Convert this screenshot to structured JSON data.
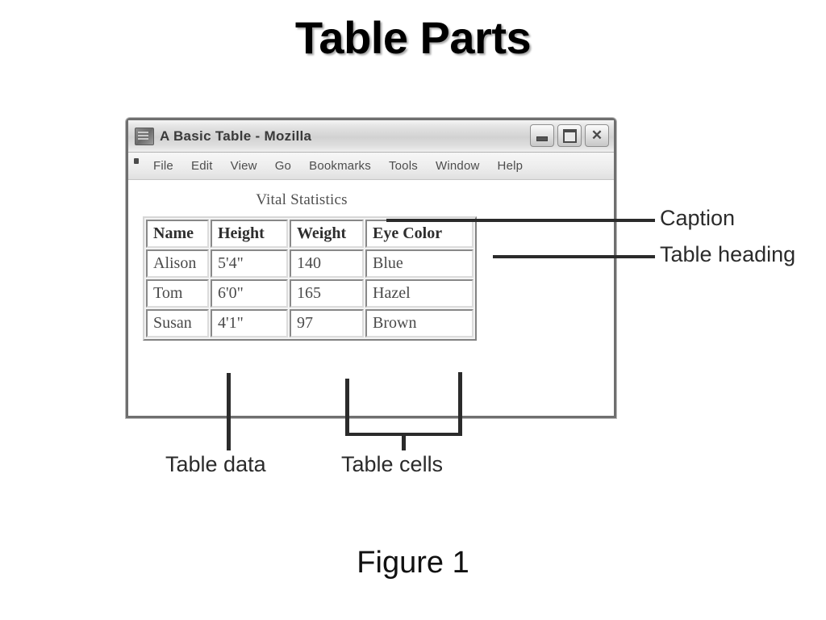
{
  "slide": {
    "title": "Table Parts",
    "figure_caption": "Figure 1"
  },
  "browser": {
    "window_title": "A Basic Table - Mozilla",
    "app_icon": "mozilla-icon",
    "window_buttons": [
      {
        "name": "minimize",
        "glyph": "_"
      },
      {
        "name": "maximize",
        "glyph": "□"
      },
      {
        "name": "close",
        "glyph": "✕"
      }
    ],
    "menu": [
      {
        "label": "File",
        "accel": "F"
      },
      {
        "label": "Edit",
        "accel": "E"
      },
      {
        "label": "View",
        "accel": "V"
      },
      {
        "label": "Go",
        "accel": "G"
      },
      {
        "label": "Bookmarks",
        "accel": "B"
      },
      {
        "label": "Tools",
        "accel": "T"
      },
      {
        "label": "Window",
        "accel": "W"
      },
      {
        "label": "Help",
        "accel": "H"
      }
    ]
  },
  "table": {
    "caption": "Vital Statistics",
    "headers": [
      "Name",
      "Height",
      "Weight",
      "Eye Color"
    ],
    "rows": [
      [
        "Alison",
        "5'4\"",
        "140",
        "Blue"
      ],
      [
        "Tom",
        "6'0\"",
        "165",
        "Hazel"
      ],
      [
        "Susan",
        "4'1\"",
        "97",
        "Brown"
      ]
    ]
  },
  "callouts": [
    {
      "id": "caption",
      "label": "Caption"
    },
    {
      "id": "table-heading",
      "label": "Table heading"
    },
    {
      "id": "table-data",
      "label": "Table data"
    },
    {
      "id": "table-cells",
      "label": "Table cells"
    }
  ],
  "colors": {
    "ink": "#2b2b2b",
    "window_border": "#6f6f6f",
    "page_background": "#ffffff",
    "chrome": "#ececec"
  }
}
